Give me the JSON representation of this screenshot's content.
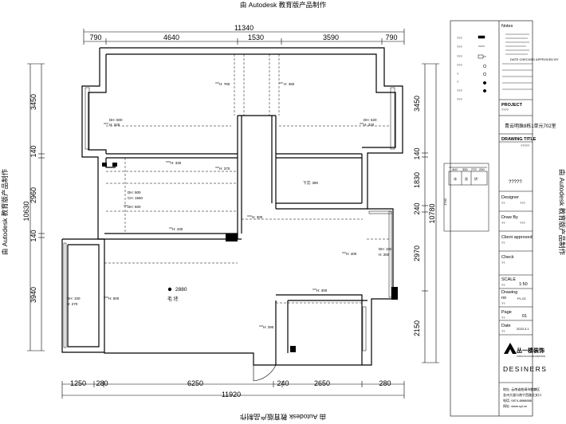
{
  "watermark": {
    "top": "由 Autodesk 教育版产品制作",
    "bottom": "由 Autodesk 教育版产品制作",
    "left": "由 Autodesk 教育版产品制作",
    "right": "由 Autodesk 教育版产品制作"
  },
  "dimensions": {
    "top_total": "11340",
    "top_segments": [
      "790",
      "4640",
      "1530",
      "3590",
      "790"
    ],
    "bottom_total": "11920",
    "bottom_segments": [
      "1250",
      "280",
      "6250",
      "240",
      "2650",
      "280"
    ],
    "left_total": "10630",
    "left_segments": [
      "3450",
      "140",
      "2960",
      "140",
      "3940"
    ],
    "right_total": "10780",
    "right_segments": [
      "3450",
      "140",
      "1830",
      "240",
      "2970",
      "2150"
    ]
  },
  "rooms": {
    "main_label": "2880",
    "main_sub": "毛 坯",
    "down_step": "下沉: 390"
  },
  "heights": {
    "h760": "H: 760",
    "h450": "H: 450",
    "dh600": "DH: 600",
    "h320_l": "H: 320",
    "dh620": "DH: 620",
    "h320_r": "H: 320",
    "h330": "H: 330",
    "h370": "H: 370",
    "dh900": "DH: 900",
    "ch1560": "CH: 1560",
    "dh500": "DH: 500",
    "h300_a": "H: 300",
    "h430": "H: 430",
    "h400_a": "H: 400",
    "dh100_r": "DH: 100",
    "h280": "H: 280",
    "dh100_l": "DH: 100",
    "h270": "H: 270",
    "h600": "H: 600",
    "h300_b": "H: 300",
    "h290": "H: 290"
  },
  "detail": {
    "dims": [
      "400",
      "350",
      "270",
      "290"
    ],
    "cells": [
      "冰",
      "洗",
      "烘"
    ],
    "side": "1740"
  },
  "title_block": {
    "notes": "Notes",
    "legend": [
      "???",
      "???",
      "???",
      "???",
      "?",
      "?",
      "???",
      "???"
    ],
    "date_checked": "DATE CHECKED APPROVED BY",
    "project": "PROJECT",
    "project_val": "????",
    "project_name": "青云明珠8栋1单元702室",
    "drawing_title": "DRAWING TITLE",
    "drawing_title_val": "?????",
    "designer": "Designer",
    "designer_a": "??",
    "designer_b": "???",
    "draw_by": "Draw By",
    "draw_by_a": "??",
    "draw_by_b": "???",
    "client": "Client approved",
    "client_a": "??",
    "check": "Check",
    "check_a": "??",
    "scale": "SCALE",
    "scale_a": "??",
    "scale_val": "1:50",
    "drawing_no": "Drawing",
    "drawing_no2": "no",
    "drawing_no_a": "??",
    "drawing_no_val": "PL-01",
    "page": "Page",
    "page_a": "??",
    "page_val": "01",
    "date": "Date",
    "date_a": "??",
    "date_val": "2023.3.1",
    "company": "丛一楼装饰",
    "company_sub": "CONGYILOU DECORATION",
    "designers": "DESINERS",
    "addr_1": "地址: 云南省曲靖市麒麟区",
    "addr_2": "金州大道与南宁西路交叉口",
    "addr_3": "电话: 0874-8888888",
    "addr_4": "网址: www.cyl.cn"
  }
}
